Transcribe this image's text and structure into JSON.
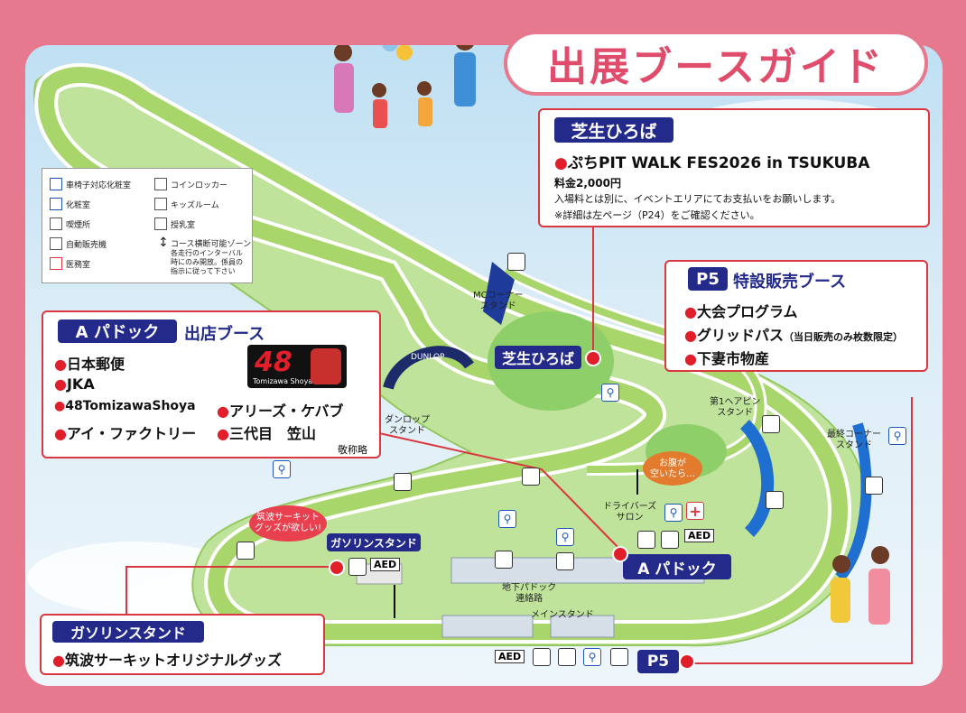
{
  "title": "出展ブースガイド",
  "colors": {
    "frame": "#e6798e",
    "track": "#a9d66b",
    "navy": "#232a8a",
    "red": "#e01f2b"
  },
  "legend": {
    "items": [
      {
        "icon": "accessible-toilet-icon",
        "label": "車椅子対応化粧室"
      },
      {
        "icon": "toilet-icon",
        "label": "化粧室"
      },
      {
        "icon": "smoking-icon",
        "label": "喫煙所"
      },
      {
        "icon": "vending-machine-icon",
        "label": "自動販売機"
      },
      {
        "icon": "first-aid-icon",
        "label": "医務室"
      },
      {
        "icon": "coin-locker-icon",
        "label": "コインロッカー"
      },
      {
        "icon": "kids-room-icon",
        "label": "キッズルーム"
      },
      {
        "icon": "nursing-room-icon",
        "label": "授乳室"
      }
    ],
    "crossing_title": "コース横断可能ゾーン",
    "crossing_note": [
      "各走行のインターバル",
      "時にのみ開放。係員の",
      "指示に従って下さい"
    ]
  },
  "shiba_box": {
    "title": "芝生ひろば",
    "event": "ぷちPIT WALK FES2026 in TSUKUBA",
    "fee": "料金2,000円",
    "note1": "入場料とは別に、イベントエリアにてお支払いをお願いします。",
    "note2": "※詳細は左ページ（P24）をご確認ください。"
  },
  "p5_box": {
    "badge": "P5",
    "title": "特設販売ブース",
    "items": [
      "大会プログラム",
      "グリッドパス",
      "下妻市物産"
    ],
    "grid_note": "（当日販売のみ枚数限定）"
  },
  "paddock_box": {
    "badge": "A パドック",
    "title": "出店ブース",
    "left_items": [
      "日本郵便",
      "JKA",
      "48TomizawaShoya",
      "アイ・ファクトリー"
    ],
    "right_items": [
      "アリーズ・ケバブ",
      "三代目　笠山"
    ],
    "logo_text": "48",
    "logo_sub": "Tomizawa Shoya",
    "honorific": "敬称略"
  },
  "gas_box": {
    "title": "ガソリンスタンド",
    "item": "筑波サーキットオリジナルグッズ"
  },
  "map_labels": {
    "mc_corner": [
      "MCコーナー",
      "スタンド"
    ],
    "dunlop": [
      "ダンロップ",
      "スタンド"
    ],
    "dunlop_bridge": "DUNLOP",
    "hairpin": [
      "第1ヘアピン",
      "スタンド"
    ],
    "last_corner": [
      "最終コーナー",
      "スタンド"
    ],
    "drivers_salon": [
      "ドライバーズ",
      "サロン"
    ],
    "underpass": [
      "地下パドック",
      "連絡路"
    ],
    "main_stand": "メインスタンド",
    "shiba_marker": "芝生ひろば",
    "a_paddock_marker": "A パドック",
    "gas_marker": "ガソリンスタンド",
    "p5_marker": "P5",
    "aed": "AED",
    "hungry_bubble": [
      "お腹が",
      "空いたら…"
    ],
    "goods_bubble": [
      "筑波サーキット",
      "グッズが欲しい!"
    ]
  }
}
